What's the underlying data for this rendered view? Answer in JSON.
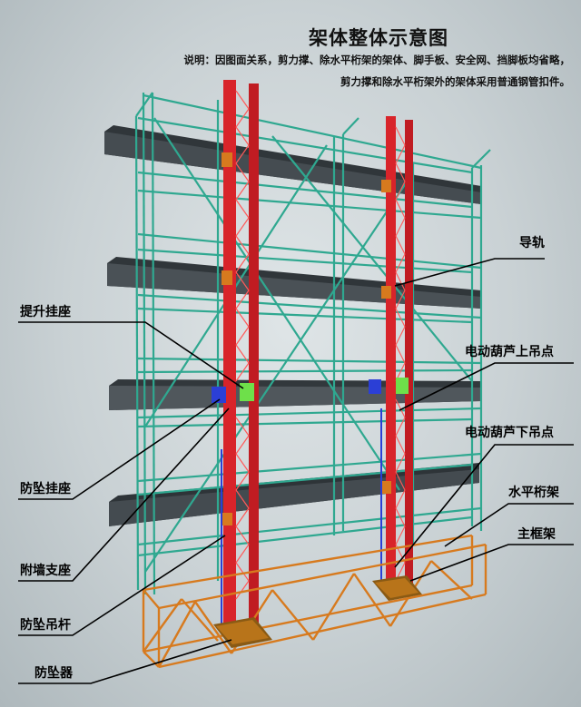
{
  "title": "架体整体示意图",
  "note_line1": "说明：因图面关系，剪力撑、除水平桁架的架体、脚手板、安全网、挡脚板均省略，",
  "note_line2": "剪力撑和除水平桁架外的架体采用普通钢管扣件。",
  "labels": {
    "guide_rail": "导轨",
    "lift_seat": "提升挂座",
    "hoist_upper_point": "电动葫芦上吊点",
    "hoist_lower_point": "电动葫芦下吊点",
    "anti_fall_seat": "防坠挂座",
    "horizontal_truss": "水平桁架",
    "main_frame": "主框架",
    "wall_support": "附墙支座",
    "anti_fall_rod": "防坠吊杆",
    "anti_fall_device": "防坠器"
  },
  "colors": {
    "scaffold_green": "#2fa890",
    "rail_red": "#d8242a",
    "truss_orange": "#d77a1e",
    "beam_gray": "#3c4246",
    "bracket_blue": "#2b3fd6",
    "bracket_green": "#6ee04a"
  }
}
